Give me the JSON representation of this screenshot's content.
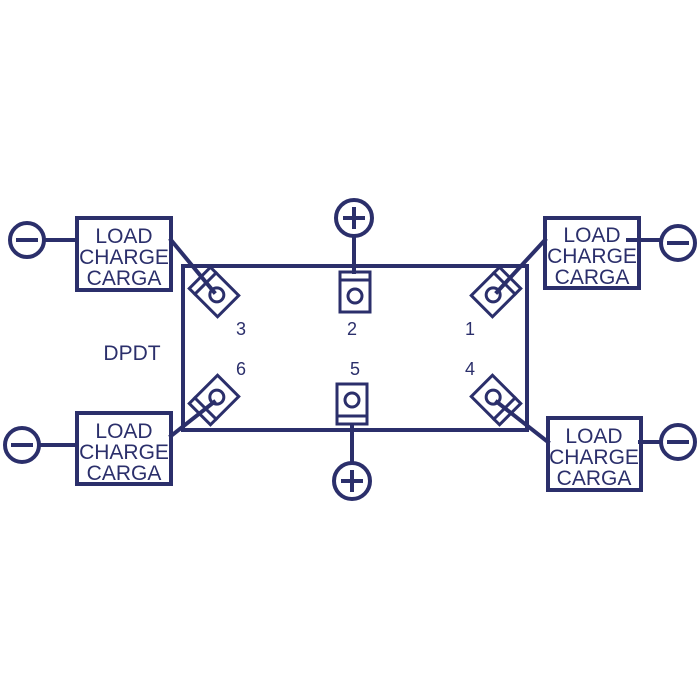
{
  "diagram": {
    "switch_label": "DPDT",
    "pin_labels": {
      "p1": "1",
      "p2": "2",
      "p3": "3",
      "p4": "4",
      "p5": "5",
      "p6": "6"
    },
    "load_lines": [
      "LOAD",
      "CHARGE",
      "CARGA"
    ],
    "polarity": {
      "positive": "+",
      "negative": "−"
    },
    "colors": {
      "ink": "#2b2f6b",
      "background": "#ffffff"
    }
  }
}
